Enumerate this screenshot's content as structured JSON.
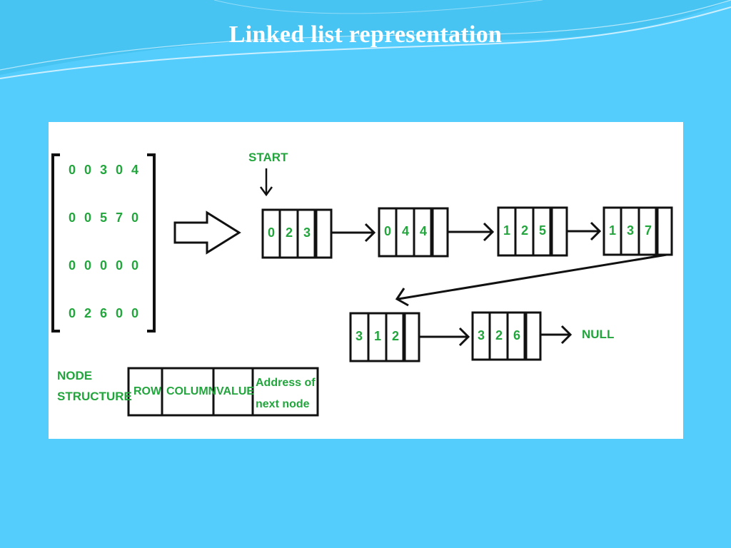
{
  "slide": {
    "title": "Linked list representation",
    "background_color": "#55cdfc",
    "accent_color": "#22a53c"
  },
  "matrix": {
    "rows": [
      "0 0 3 0 4",
      "0 0 5 7 0",
      "0 0 0 0 0",
      "0 2 6 0 0"
    ]
  },
  "labels": {
    "start": "START",
    "null": "NULL",
    "node_structure_line1": "NODE",
    "node_structure_line2": "STRUCTURE"
  },
  "nodes": [
    {
      "row": "0",
      "col": "2",
      "value": "3"
    },
    {
      "row": "0",
      "col": "4",
      "value": "4"
    },
    {
      "row": "1",
      "col": "2",
      "value": "5"
    },
    {
      "row": "1",
      "col": "3",
      "value": "7"
    },
    {
      "row": "3",
      "col": "1",
      "value": "2"
    },
    {
      "row": "3",
      "col": "2",
      "value": "6"
    }
  ],
  "node_structure": {
    "fields": [
      "ROW",
      "COLUMN",
      "VALUE"
    ],
    "address_line1": "Address of",
    "address_line2": "next node"
  }
}
